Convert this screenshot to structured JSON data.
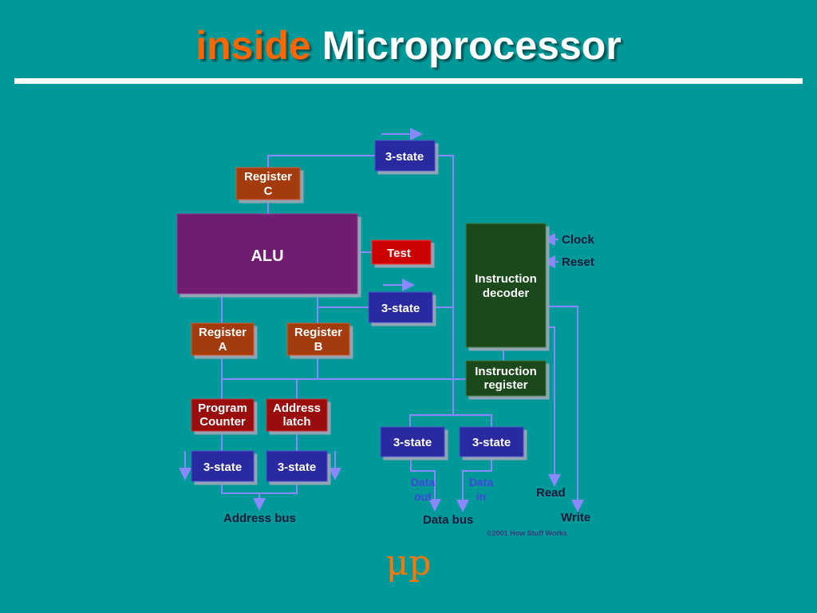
{
  "title": {
    "accent": "inside",
    "main": "Microprocessor"
  },
  "diagram": {
    "blocks": {
      "tristate_top": "3-state",
      "register_c_1": "Register",
      "register_c_2": "C",
      "alu": "ALU",
      "test": "Test",
      "tristate_mid": "3-state",
      "decoder_1": "Instruction",
      "decoder_2": "decoder",
      "register_a_1": "Register",
      "register_a_2": "A",
      "register_b_1": "Register",
      "register_b_2": "B",
      "instr_reg_1": "Instruction",
      "instr_reg_2": "register",
      "pc_1": "Program",
      "pc_2": "Counter",
      "addr_latch_1": "Address",
      "addr_latch_2": "latch",
      "tristate_pc": "3-state",
      "tristate_latch": "3-state",
      "tristate_dout": "3-state",
      "tristate_din": "3-state"
    },
    "labels": {
      "clock": "Clock",
      "reset": "Reset",
      "data_out_1": "Data",
      "data_out_2": "out",
      "data_in_1": "Data",
      "data_in_2": "in",
      "read": "Read",
      "write": "Write",
      "address_bus": "Address bus",
      "data_bus": "Data bus",
      "copyright": "©2001 How Stuff Works"
    },
    "colors": {
      "tristate": "#2a2aa0",
      "register": "#a33a10",
      "alu": "#701a70",
      "test": "#cc0000",
      "decoder": "#1a4a1a",
      "pc": "#9a0a0a",
      "wire": "#8888ff"
    }
  },
  "footer": {
    "symbol": "μp"
  }
}
